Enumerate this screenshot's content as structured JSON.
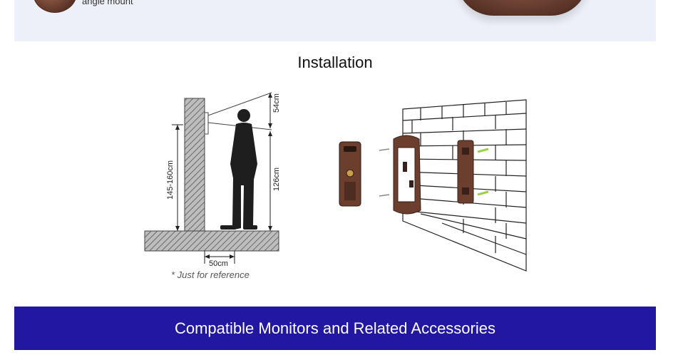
{
  "top_banner": {
    "caption": "angle mount"
  },
  "installation": {
    "title": "Installation",
    "dimensions": {
      "top_distance": "54cm",
      "mount_height": "145-160cm",
      "person_height": "126cm",
      "standoff": "50cm"
    },
    "reference_note": "* Just for reference"
  },
  "bottom_banner": {
    "title": "Compatible Monitors and Related Accessories"
  },
  "colors": {
    "banner_blue": "#2117a1",
    "top_bg": "#eef0f9",
    "bronze": "#6b3e2e",
    "wall_hatch": "#555555"
  }
}
